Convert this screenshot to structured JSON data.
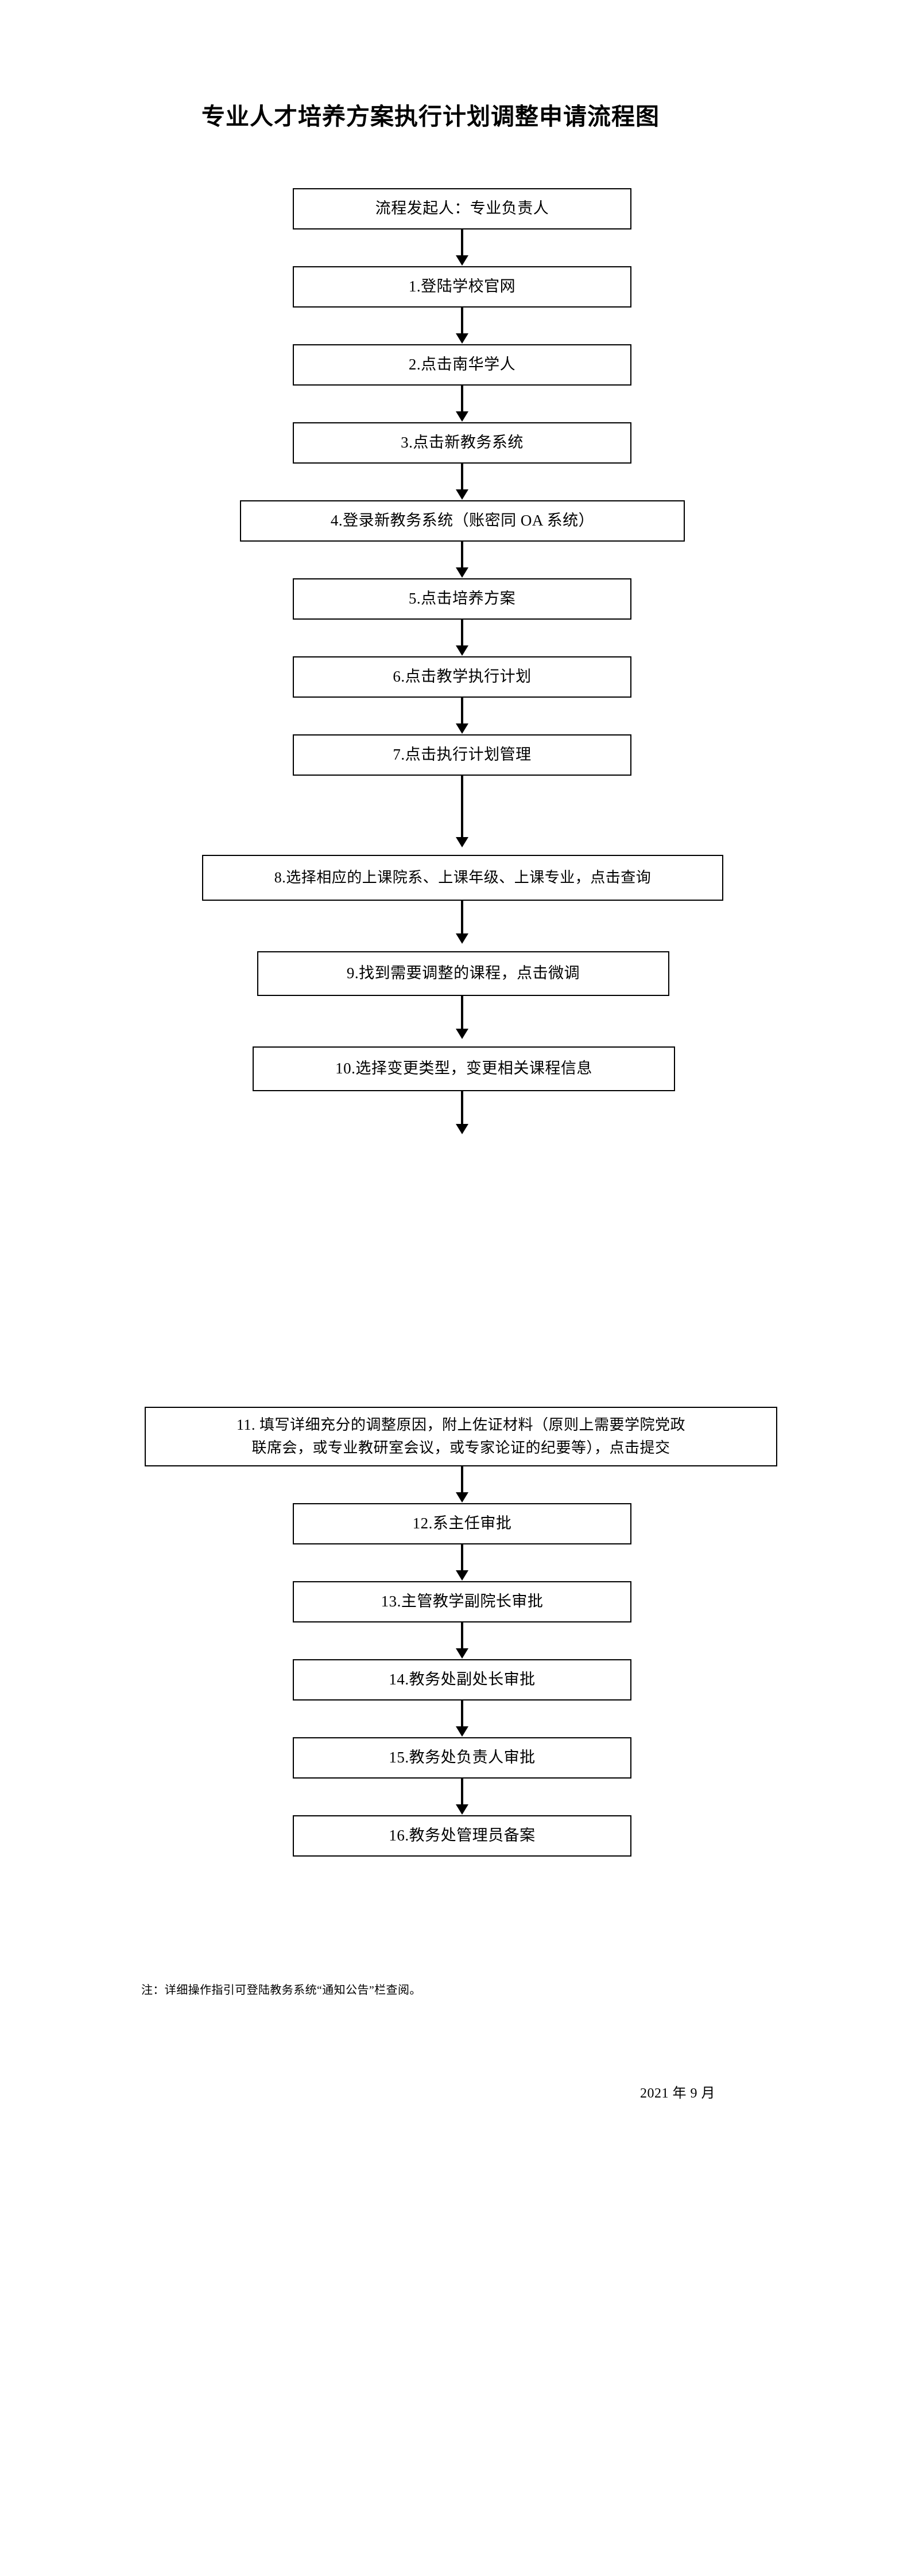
{
  "document": {
    "title": "专业人才培养方案执行计划调整申请流程图",
    "note": "注：详细操作指引可登陆教务系统“通知公告”栏查阅。",
    "date": "2021 年 9 月"
  },
  "flow": {
    "nodes": [
      {
        "id": "n0",
        "label": "流程发起人：专业负责人"
      },
      {
        "id": "n1",
        "label": "1.登陆学校官网"
      },
      {
        "id": "n2",
        "label": "2.点击南华学人"
      },
      {
        "id": "n3",
        "label": "3.点击新教务系统"
      },
      {
        "id": "n4",
        "label": "4.登录新教务系统（账密同 OA 系统）"
      },
      {
        "id": "n5",
        "label": "5.点击培养方案"
      },
      {
        "id": "n6",
        "label": "6.点击教学执行计划"
      },
      {
        "id": "n7",
        "label": "7.点击执行计划管理"
      },
      {
        "id": "n8",
        "label": "8.选择相应的上课院系、上课年级、上课专业，点击查询"
      },
      {
        "id": "n9",
        "label": "9.找到需要调整的课程，点击微调"
      },
      {
        "id": "n10",
        "label": "10.选择变更类型，变更相关课程信息"
      },
      {
        "id": "n11",
        "label_line1": "11. 填写详细充分的调整原因，附上佐证材料（原则上需要学院党政",
        "label_line2": "联席会，或专业教研室会议，或专家论证的纪要等），点击提交"
      },
      {
        "id": "n12",
        "label": "12.系主任审批"
      },
      {
        "id": "n13",
        "label": "13.主管教学副院长审批"
      },
      {
        "id": "n14",
        "label": "14.教务处副处长审批"
      },
      {
        "id": "n15",
        "label": "15.教务处负责人审批"
      },
      {
        "id": "n16",
        "label": "16.教务处管理员备案"
      }
    ]
  },
  "style": {
    "line_color": "#000000",
    "background": "#ffffff",
    "text_color": "#000000"
  }
}
